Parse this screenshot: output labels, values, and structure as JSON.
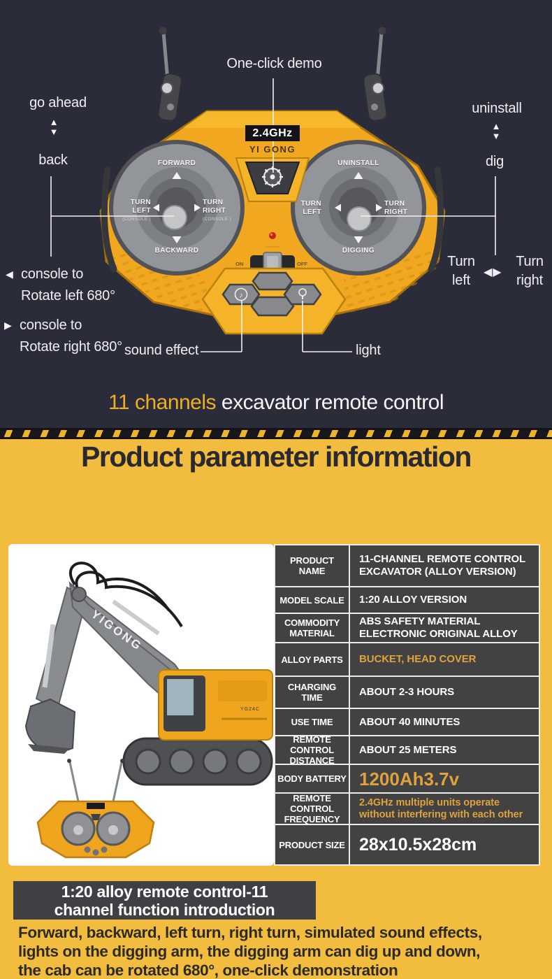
{
  "top": {
    "one_click_demo": "One-click demo",
    "go_ahead": "go ahead",
    "back": "back",
    "uninstall": "uninstall",
    "dig": "dig",
    "console_left_line1": "console to",
    "console_left_line2": "Rotate left 680°",
    "console_right_line1": "console to",
    "console_right_line2": "Rotate right 680°",
    "sound_effect": "sound effect",
    "light": "light",
    "turn_left_line1": "Turn",
    "turn_left_line2": "left",
    "turn_right_line1": "Turn",
    "turn_right_line2": "right",
    "title_accent": "11 channels",
    "title_rest": " excavator remote control"
  },
  "remote": {
    "freq_badge": "2.4GHz",
    "brand": "YI GONG",
    "left_stick": {
      "top": "FORWARD",
      "left_a": "TURN",
      "left_b": "LEFT",
      "left_sub": "(CONSOLE )",
      "right_a": "TURN",
      "right_b": "RIGHT",
      "right_sub": "(CONSOLE )",
      "bottom": "BACKWARD"
    },
    "right_stick": {
      "top": "UNINSTALL",
      "left_a": "TURN",
      "left_b": "LEFT",
      "right_a": "TURN",
      "right_b": "RIGHT",
      "bottom": "DIGGING"
    },
    "switch_on": "ON",
    "switch_off": "OFF"
  },
  "params": {
    "heading": "Product parameter information",
    "excavator_brand": "YIGONG",
    "excavator_model": "YG24C",
    "table_rows": [
      {
        "label": "PRODUCT NAME",
        "value": "11-CHANNEL REMOTE CONTROL EXCAVATOR (ALLOY VERSION)"
      },
      {
        "label": "MODEL SCALE",
        "value": "1:20 ALLOY VERSION"
      },
      {
        "label": "COMMODITY MATERIAL",
        "value": "ABS SAFETY MATERIAL ELECTRONIC ORIGINAL ALLOY"
      },
      {
        "label": "ALLOY PARTS",
        "value": "BUCKET, HEAD COVER"
      },
      {
        "label": "CHARGING TIME",
        "value": "ABOUT 2-3 HOURS"
      },
      {
        "label": "USE TIME",
        "value": "ABOUT 40 MINUTES"
      },
      {
        "label": "REMOTE CONTROL DISTANCE",
        "value": "ABOUT 25 METERS"
      },
      {
        "label": "BODY BATTERY",
        "value": "1200Ah3.7v"
      },
      {
        "label": "REMOTE CONTROL FREQUENCY",
        "value": "2.4GHz multiple units operate without interfering with each other"
      },
      {
        "label": "PRODUCT SIZE",
        "value": "28x10.5x28cm"
      }
    ]
  },
  "footer": {
    "badge_line1": "1:20 alloy remote control-11",
    "badge_line2": "channel function introduction",
    "line1": "Forward, backward, left turn, right turn, simulated sound effects,",
    "line2": "lights on the digging arm, the digging arm can dig up and down,",
    "line3": "the cab can be rotated 680°, one-click demonstration"
  },
  "icons": {
    "up": "▲",
    "down": "▼",
    "left": "◀",
    "right": "▶",
    "left_right": "◀▶",
    "music_note": "♪"
  },
  "colors": {
    "navy_bg": "#2a2c39",
    "yellow_bg": "#f2bc3f",
    "remote_yellow": "#f1a71f",
    "accent_orange": "#dfa23d",
    "title_accent": "#f0ad24",
    "table_bg": "#424243",
    "badge_bg": "#3f4043"
  }
}
